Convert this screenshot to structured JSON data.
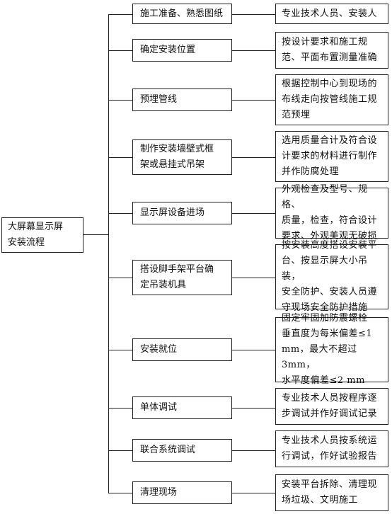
{
  "root": "大屏幕显示屏\n安装流程",
  "steps": [
    {
      "label": "施工准备、熟悉图纸",
      "desc": "专业技术人员、安装人"
    },
    {
      "label": "确定安装位置",
      "desc": "按设计要求和施工规\n范、平面布置测量准确"
    },
    {
      "label": "预埋管线",
      "desc": "根据控制中心到现场的\n布线走向按管线施工规\n范预埋"
    },
    {
      "label": "制作安装墙壁式框\n架或悬挂式吊架",
      "desc": "选用质量合计及符合设\n计要求的材料进行制作\n并作防腐处理"
    },
    {
      "label": "显示屏设备进场",
      "desc": "外观检查及型号、规格、\n质量，检查，符合设计\n要求、外观美观无破损"
    },
    {
      "label": "搭设脚手架平台确\n定吊装机具",
      "desc": "按安装高度搭设安装平\n台、按显示屏大小吊装，\n安全防护、安装人员遵\n守现场安全防护措施"
    },
    {
      "label": "安装就位",
      "desc": "固定牢固加防震螺栓\n垂直度为每米偏差≤1\nmm，最大不超过 3mm，\n水平度偏差≤2 mm"
    },
    {
      "label": "单体调试",
      "desc": "专业技术人员按程序逐\n步调试并作好调试记录"
    },
    {
      "label": "联合系统调试",
      "desc": "专业技术人员按系统运\n行调试，作好试验报告"
    },
    {
      "label": "清理现场",
      "desc": "安装平台拆除、清理现\n场垃圾、文明施工"
    }
  ]
}
